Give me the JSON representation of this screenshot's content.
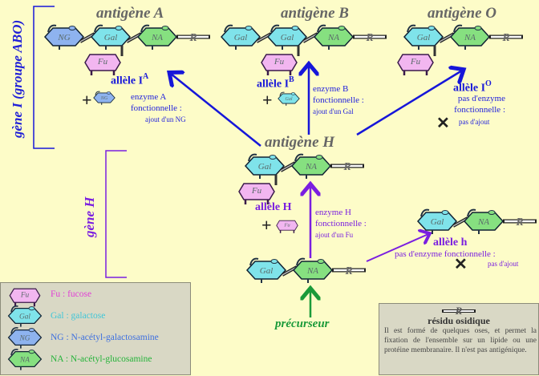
{
  "colors": {
    "background": "#fdfcc8",
    "fu": "#f2b6f0",
    "gal": "#7fe3ea",
    "ng": "#8eb3ef",
    "na": "#86e080",
    "abo_arrow": "#1616d9",
    "h_arrow": "#7a1ee0",
    "precursor_arrow": "#1b9a3a"
  },
  "gene_labels": {
    "gene_i": "gène I (groupe ABO)",
    "gene_h": "gène H"
  },
  "antigens": {
    "a": {
      "title": "antigène A",
      "chain": [
        "NG",
        "Gal",
        "NA",
        "R"
      ],
      "branch": "Fu"
    },
    "b": {
      "title": "antigène B",
      "chain": [
        "Gal",
        "Gal",
        "NA",
        "R"
      ],
      "branch": "Fu"
    },
    "o": {
      "title": "antigène O",
      "chain": [
        "Gal",
        "NA",
        "R"
      ],
      "branch": "Fu"
    },
    "h": {
      "title": "antigène H",
      "chain": [
        "Gal",
        "NA",
        "R"
      ],
      "branch": "Fu"
    },
    "h_unmodified": {
      "chain": [
        "Gal",
        "NA",
        "R"
      ]
    },
    "precursor": {
      "title": "précurseur",
      "chain": [
        "Gal",
        "NA",
        "R"
      ]
    }
  },
  "alleles": {
    "ia": {
      "name": "allèle I",
      "sup": "A",
      "line1": "enzyme A",
      "line2": "fonctionnelle :",
      "line3": "ajout d'un NG",
      "adds": "NG"
    },
    "ib": {
      "name": "allèle I",
      "sup": "B",
      "line1": "enzyme B",
      "line2": "fonctionnelle :",
      "line3": "ajout d'un Gal",
      "adds": "Gal"
    },
    "io": {
      "name": "allèle I",
      "sup": "O",
      "line1": "pas d'enzyme",
      "line2": "fonctionnelle :",
      "line3": "pas d'ajout"
    },
    "h": {
      "name": "allèle H",
      "line1": "enzyme H",
      "line2": "fonctionnelle :",
      "line3": "ajout d'un Fu",
      "adds": "Fu"
    },
    "h_small": {
      "name": "allèle h",
      "line1": "pas d'enzyme fonctionnelle :",
      "line3": "pas d'ajout"
    }
  },
  "symbols": {
    "plus": "+",
    "cross": "✕"
  },
  "legend": {
    "items": [
      {
        "key": "Fu",
        "text": "Fu : fucose",
        "color": "#e23fd6"
      },
      {
        "key": "Gal",
        "text": "Gal : galactose",
        "color": "#3fc6d8"
      },
      {
        "key": "NG",
        "text": "NG : N-acétyl-galactosamine",
        "color": "#3d6fe0"
      },
      {
        "key": "NA",
        "text": "NA : N-acétyl-glucosamine",
        "color": "#25b33a"
      }
    ]
  },
  "residu": {
    "symbol": "R",
    "title": "résidu osidique",
    "text": "Il est formé de quelques oses, et permet la fixation de l'ensemble sur un lipide ou une protéine membranaire. Il n'est pas antigénique."
  }
}
